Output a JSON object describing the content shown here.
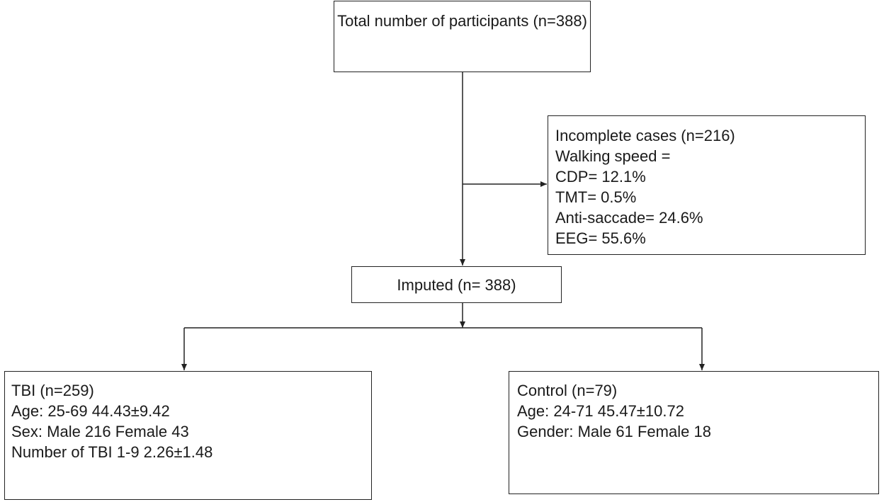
{
  "nodes": {
    "total": {
      "lines": [
        "Total number of participants (n=388)"
      ]
    },
    "incomplete": {
      "lines": [
        "Incomplete cases (n=216)",
        "Walking speed =",
        "CDP= 12.1%",
        "TMT= 0.5%",
        "Anti-saccade= 24.6%",
        "EEG= 55.6%"
      ]
    },
    "imputed": {
      "lines": [
        "Imputed (n= 388)"
      ]
    },
    "tbi": {
      "lines": [
        "TBI (n=259)",
        "Age: 25-69 44.43±9.42",
        "Sex: Male 216 Female 43",
        "Number of TBI 1-9 2.26±1.48"
      ]
    },
    "control": {
      "lines": [
        "Control (n=79)",
        "Age: 24-71 45.47±10.72",
        "Gender:  Male 61 Female 18"
      ]
    }
  },
  "edges": [
    {
      "from": "total",
      "to": "imputed"
    },
    {
      "from": "total",
      "to": "incomplete"
    },
    {
      "from": "imputed",
      "to": "tbi"
    },
    {
      "from": "imputed",
      "to": "control"
    }
  ],
  "colors": {
    "stroke": "#222222",
    "text": "#1a1a1a",
    "background": "#ffffff"
  }
}
